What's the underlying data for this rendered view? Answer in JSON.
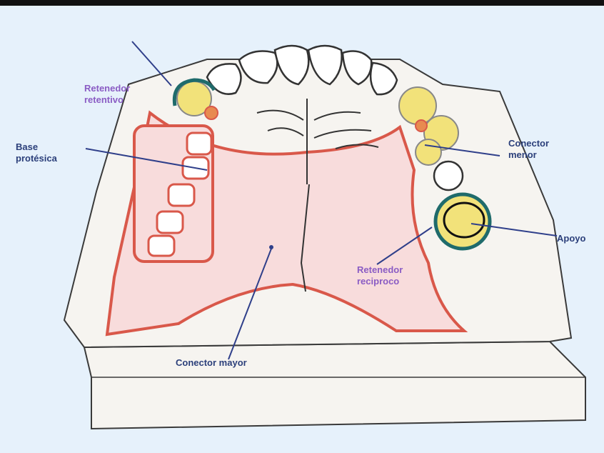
{
  "colors": {
    "background": "#e6f1fb",
    "cast": "#f6f4f0",
    "cast_outline": "#3a3a3a",
    "framework": "#d9584a",
    "palate_fill": "#f8dcdc",
    "clasp": "#1f6b6b",
    "abutment_fill": "#f2e27a",
    "label_blue": "#2b3f7a",
    "label_purple": "#8a5cc4",
    "leader_line": "#2f3f8a"
  },
  "labels": {
    "retenedor_left": "Retenedor\nretentivo",
    "base_protesica": "Base\nprotésica",
    "conector_menor": "Conector\nmenor",
    "apoyo": "Apoyo",
    "retenedor_right": "Retenedor\nreciproco",
    "conector_mayor": "Conector mayor"
  },
  "icons": {
    "cast": "dental-cast-shape",
    "framework": "partial-denture-framework"
  }
}
